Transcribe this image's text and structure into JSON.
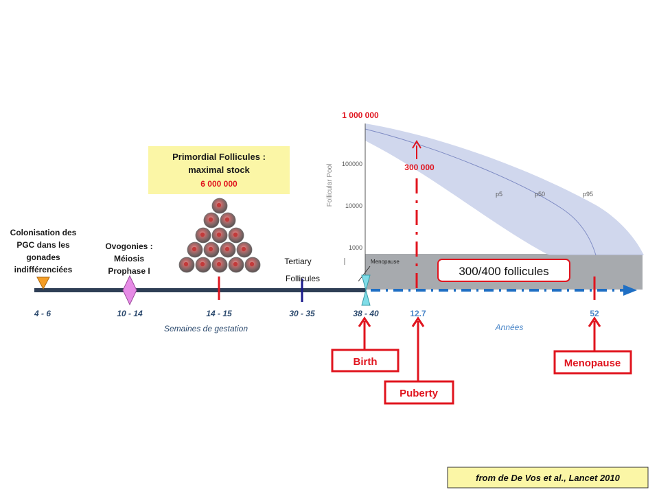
{
  "colors": {
    "gestation_axis": "#2e3e55",
    "years_axis": "#1f6fc4",
    "red": "#e0141e",
    "grey_zone": "#a7aaae",
    "band": "#c8d0ea",
    "box_yellow": "#fbf6a6",
    "orange": "#f59d25",
    "pink": "#e68be6",
    "cyan": "#7fdde8",
    "navy": "#1a1a8c"
  },
  "events": {
    "colonisation": "Colonisation des\nPGC dans les\ngonades\nindifférenciées",
    "ovogonies": "Ovogonies :\nMéiosis\nProphase I",
    "primordial_line1": "Primordial Follicules  :",
    "primordial_line2": "maximal  stock",
    "primordial_count": "6 000 000",
    "tertiary_line1": "Tertiary",
    "tertiary_line2": "Follicules"
  },
  "axis": {
    "ticks_gestation": [
      "4 - 6",
      "10 - 14",
      "14 - 15",
      "30 - 35",
      "38 - 40"
    ],
    "ticks_years": [
      "12.7",
      "52"
    ],
    "gestation_label": "Semaines de gestation",
    "years_label": "Années"
  },
  "graph": {
    "ylabel": "Follicular Pool",
    "yticks": [
      "100000",
      "10000",
      "1000"
    ],
    "top_value": "1 000 000",
    "puberty_value": "300 000",
    "percentiles": [
      "p5",
      "p50",
      "p95"
    ],
    "menopause_small": "Menopause",
    "remaining_label": "300/400 follicules"
  },
  "milestones": {
    "birth": "Birth",
    "puberty": "Puberty",
    "menopause": "Menopause"
  },
  "citation": "from de De Vos et al., Lancet 2010"
}
